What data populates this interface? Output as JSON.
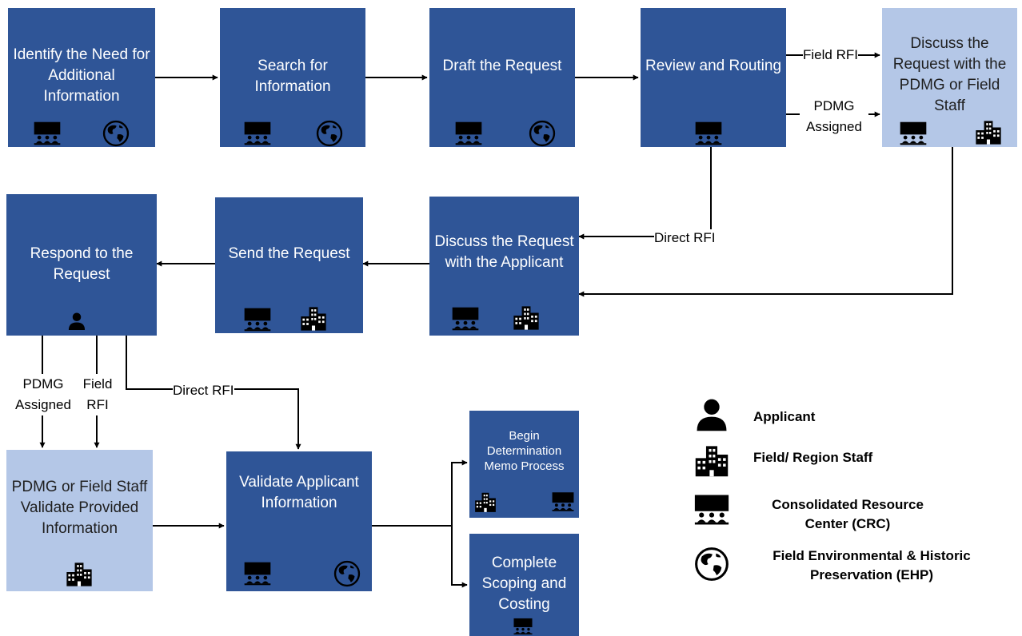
{
  "boxes": {
    "identify": "Identify the Need for Additional Information",
    "search": "Search for Information",
    "draft": "Draft the Request",
    "review": "Review and Routing",
    "discuss_pdmg": "Discuss the Request with the PDMG or Field Staff",
    "respond": "Respond to the Request",
    "send": "Send the Request",
    "discuss_applicant": "Discuss the Request with the Applicant",
    "validate_pdmg": "PDMG or Field Staff Validate Provided Information",
    "validate_applicant": "Validate Applicant Information",
    "begin_memo": "Begin Determination Memo Process",
    "scoping": "Complete Scoping and Costing"
  },
  "labels": {
    "field_rfi_top": "Field RFI",
    "pdmg_top": "PDMG Assigned",
    "direct_rfi_mid": "Direct RFI",
    "pdmg_bottom": "PDMG Assigned",
    "field_rfi_bottom": "Field RFI",
    "direct_rfi_bottom": "Direct RFI"
  },
  "legend": {
    "applicant": "Applicant",
    "field_region": "Field/ Region Staff",
    "crc": "Consolidated Resource Center (CRC)",
    "ehp": "Field Environmental & Historic Preservation (EHP)"
  },
  "colors": {
    "primary_box": "#2f5597",
    "light_box": "#b4c7e7",
    "connector": "#000000"
  },
  "icon_names": [
    "crc-icon",
    "globe-icon",
    "building-icon",
    "person-icon"
  ]
}
